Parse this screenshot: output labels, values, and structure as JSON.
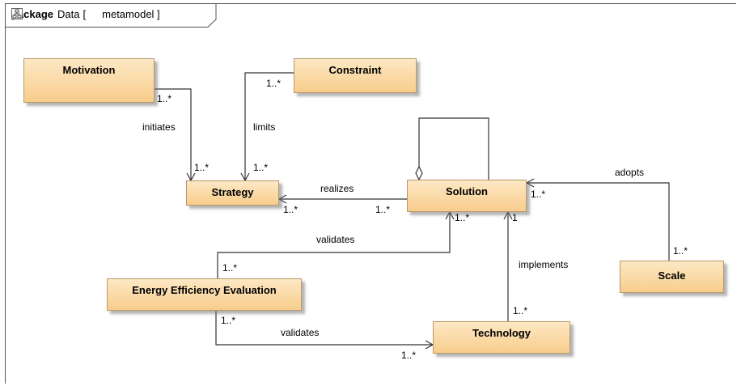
{
  "package": {
    "keyword": "package",
    "name": "Data",
    "bracket_open": "[",
    "diagram_name": "metamodel ]",
    "icon": "class-diagram-icon"
  },
  "classes": {
    "motivation": "Motivation",
    "constraint": "Constraint",
    "strategy": "Strategy",
    "solution": "Solution",
    "energy": "Energy Efficiency Evaluation",
    "technology": "Technology",
    "scale": "Scale"
  },
  "associations": {
    "initiates": "initiates",
    "limits": "limits",
    "realizes": "realizes",
    "validates_top": "validates",
    "validates_bottom": "validates",
    "implements": "implements",
    "adopts": "adopts"
  },
  "multiplicities": {
    "motivation_out": "1..*",
    "strategy_from_motivation": "1..*",
    "constraint_out": "1..*",
    "strategy_from_constraint": "1..*",
    "strategy_realizes": "1..*",
    "solution_realizes": "1..*",
    "solution_adopts": "1..*",
    "solution_validates": "1..*",
    "solution_implements": "1",
    "energy_top": "1..*",
    "energy_bottom": "1..*",
    "technology_in": "1..*",
    "technology_implements": "1..*",
    "scale_adopts": "1..*"
  },
  "colors": {
    "class_fill_top": "#fde8c4",
    "class_fill_bottom": "#f8cd8c",
    "line": "#333333"
  }
}
